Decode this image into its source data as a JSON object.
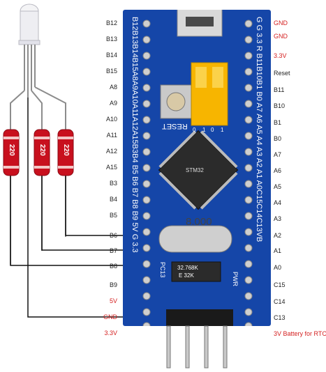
{
  "left_labels": [
    "B12",
    "B13",
    "B14",
    "B15",
    "A8",
    "A9",
    "A10",
    "A11",
    "A12",
    "A15",
    "B3",
    "B4",
    "B5",
    "B6",
    "B7",
    "B8",
    "B9",
    "5V",
    "GND",
    "3.3V"
  ],
  "right_labels": [
    "GND",
    "GND",
    "3.3V",
    "Reset",
    "B11",
    "B10",
    "B1",
    "B0",
    "A7",
    "A6",
    "A5",
    "A4",
    "A3",
    "A2",
    "A1",
    "A0",
    "C15",
    "C14",
    "C13",
    "3V Battery for RTC"
  ],
  "left_silk": "B12B13B14B15A8A9A10A11A12A15B3B4 B5 B6 B7 B8 B9 5V G 3.3",
  "right_silk": "G G 3.3 R B11B10B1 B0 A7 A6 A5 A4 A3 A2 A1 A0C15C14C13VB",
  "resistors": [
    "220",
    "220",
    "220"
  ],
  "reset_label": "RESET",
  "jumper_labels": [
    "0",
    "1",
    "0",
    "1"
  ],
  "crystal_label": "8.000",
  "rtc_crystal_label": "32.768K",
  "rtc_crystal_sub": "E 32K",
  "chip_label": "STM32",
  "pc13_label": "PC13",
  "pwr_label": "PWR",
  "colors": {
    "board": "#1546a8",
    "resistor": "#c8101e",
    "jumper": "#f7b500",
    "red_label": "#d42020"
  }
}
